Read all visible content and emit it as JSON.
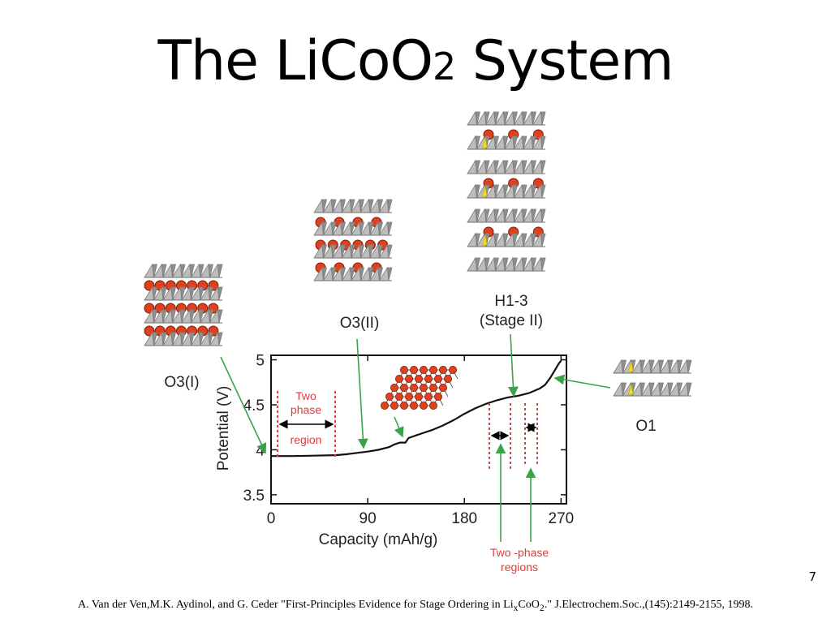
{
  "slide": {
    "title_main": "The LiCoO",
    "title_sub": "2",
    "title_tail": " System",
    "page_number": "7",
    "citation": {
      "part1": "A. Van der Ven,M.K.  Aydinol, and G. Ceder \"First-Principles Evidence for Stage Ordering in Li",
      "sub_x": "x",
      "part2": "CoO",
      "sub_2": "2",
      "part3": ".\" J.Electrochem.Soc.,(145):2149-2155, 1998."
    }
  },
  "structures": {
    "o3_i": "O3(I)",
    "o3_ii": "O3(II)",
    "h1_3_line1": "H1-3",
    "h1_3_line2": "(Stage II)",
    "o1": "O1"
  },
  "annotations": {
    "two_phase_line1": "Two",
    "two_phase_line2": "phase",
    "two_phase_line3": "region",
    "two_phase_regions_line1": "Two -phase",
    "two_phase_regions_line2": "regions"
  },
  "colors": {
    "curve": "#111111",
    "arrow": "#3aa34a",
    "region_marker": "#e23b3b",
    "li_atom": "#e0401c",
    "octahedra": "#9a9a9a",
    "vacancy": "#f2e31a"
  },
  "chart_data": {
    "type": "line",
    "xlabel": "Capacity (mAh/g)",
    "ylabel": "Potential (V)",
    "xlim": [
      0,
      275
    ],
    "ylim": [
      3.4,
      5.05
    ],
    "xticks": [
      0,
      90,
      180,
      270
    ],
    "yticks": [
      3.5,
      4,
      4.5,
      5
    ],
    "grid": false,
    "series": [
      {
        "x": [
          0,
          20,
          40,
          60,
          70,
          80,
          90,
          100,
          110,
          115,
          120,
          125,
          128,
          135,
          140,
          150,
          160,
          170,
          180,
          190,
          200,
          210,
          220,
          230,
          240,
          250,
          255,
          260,
          265,
          268,
          270
        ],
        "y": [
          3.93,
          3.93,
          3.935,
          3.94,
          3.95,
          3.965,
          3.98,
          4.0,
          4.03,
          4.06,
          4.08,
          4.08,
          4.13,
          4.16,
          4.18,
          4.22,
          4.27,
          4.33,
          4.4,
          4.46,
          4.51,
          4.55,
          4.58,
          4.6,
          4.63,
          4.68,
          4.72,
          4.8,
          4.9,
          4.96,
          4.99
        ]
      }
    ]
  }
}
